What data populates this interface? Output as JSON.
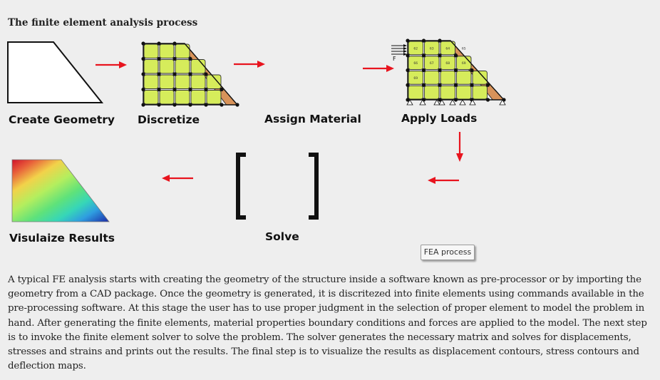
{
  "title": "The finite element analysis process",
  "stages": {
    "create_geometry": "Create Geometry",
    "discretize": "Discretize",
    "assign_material": "Assign Material",
    "apply_loads": "Apply Loads",
    "solve": "Solve",
    "visualize": "Visulaize Results"
  },
  "load_label": "F",
  "element_ids": [
    "62",
    "63",
    "64",
    "65",
    "66",
    "67",
    "68",
    "69"
  ],
  "tooltip": "FEA process",
  "paragraph": "A typical FE analysis starts with creating the geometry of the structure inside a software known as pre-processor or by importing the geometry from a CAD package. Once the geometry is generated, it is discritezed into finite elements using commands available in the pre-processing software. At this stage the user has to use proper judgment in the selection of proper element to model the problem in hand. After generating the finite elements, material properties boundary conditions and forces are applied to the model. The next step is to invoke the finite element solver to solve the problem. The solver generates the necessary matrix and solves for displacements, stresses and strains and prints out the results. The final step is to visualize the results as displacement contours, stress contours and deflection maps.",
  "colors": {
    "arrow": "#e8141e",
    "mesh_fill": "#d6ec5b",
    "tri_fill": "#d8935a",
    "node": "#111111"
  }
}
